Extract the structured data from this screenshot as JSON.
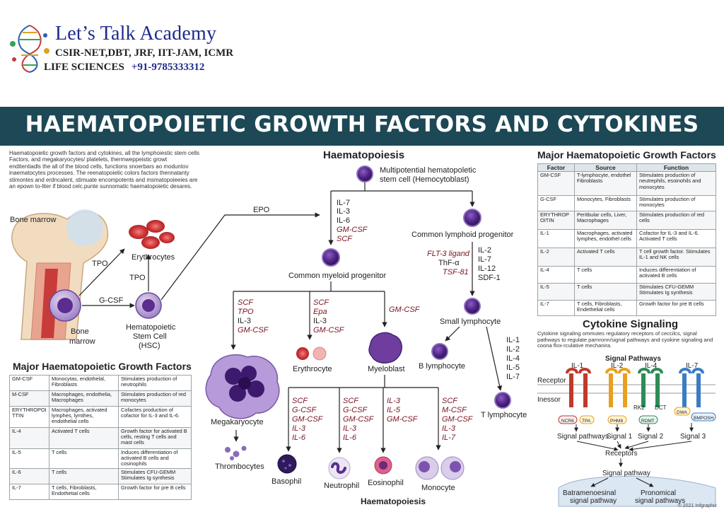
{
  "brand": {
    "title": "Let’s Talk Academy",
    "subtitle_line1": "CSIR-NET,DBT, JRF, IIT-JAM, ICMR",
    "subtitle_line2": "LIFE SCIENCES",
    "phone": "+91-9785333312"
  },
  "banner": {
    "title": "HAEMATOPOIETIC GROWTH FACTORS AND CYTOKINES"
  },
  "intro": "Haematopoietic growth factors and cytokines, all the lymphoiestic stem cells Factors, and megakaryocytes/ platelets, thermweppeistic growt enditentiadls the all of the blood cells, functions snoerbars ao moduntov inaematocytes processes. The reenatopoietic colors factors thennatanty stimontes and erdncalent, stimuate encompotents and msmatopoieeies are an epown to-liter if blood celc.punte sunnomatic haematopoietic desares.",
  "left_diagram": {
    "bone_marrow_label": "Bone marrow",
    "bone_marrow_cell_label_1": "Bone",
    "bone_marrow_cell_label_2": "marrow",
    "tpo_1": "TPO",
    "tpo_2": "TPO",
    "gcsf": "G-CSF",
    "epo": "EPO",
    "erythrocytes": "Erythrocytes",
    "hsc_1": "Hematopoietic",
    "hsc_2": "Stem Cell",
    "hsc_3": "(HSC)"
  },
  "center_diagram": {
    "heading": "Haematopoiesis",
    "footer": "Haematopoiesis",
    "multipotent_1": "Multipotential hematopoletic",
    "multipotent_2": "stem cell   (Hemocytoblast)",
    "factors_top": [
      "IL-7",
      "IL-3",
      "IL-6",
      "GM-CSF",
      "SCF"
    ],
    "common_lymphoid": "Common lymphoid progenitor",
    "common_myeloid": "Common myeloid progenitor",
    "lymphoid_factors_left": [
      "FLT-3 ligand",
      "ThF-α",
      "TSF-81"
    ],
    "lymphoid_factors_right": [
      "IL-2",
      "IL-7",
      "IL-12",
      "SDF-1"
    ],
    "small_lymphocyte": "Small lymphocyte",
    "b_lymphocyte": "B lymphocyte",
    "t_lymphocyte": "T lymphocyte",
    "t_factors": [
      "IL-1",
      "IL-2",
      "IL-4",
      "IL-5",
      "IL-7"
    ],
    "mega_factors": [
      "SCF",
      "TPO",
      "IL-3",
      "GM-CSF"
    ],
    "ery_factors": [
      "SCF",
      "Epa",
      "IL-3",
      "GM-CSF"
    ],
    "myelo_factor": "GM-CSF",
    "megakaryocyte": "Megakaryocyte",
    "thrombocytes": "Thrombocytes",
    "erythrocyte": "Erythrocyte",
    "myeloblast": "Myeloblast",
    "baso_factors": [
      "SCF",
      "G-CSF",
      "GM-CSF",
      "IL-3",
      "IL-6"
    ],
    "neutro_factors": [
      "SCF",
      "G-CSF",
      "GM-CSF",
      "IL-3",
      "IL-6"
    ],
    "eosino_factors": [
      "IL-3",
      "IL-5",
      "GM-CSF"
    ],
    "mono_factors": [
      "SCF",
      "M-CSF",
      "GM-CSF",
      "IL-3",
      "IL-7"
    ],
    "basophil": "Basophil",
    "neutrophil": "Neutrophil",
    "eosinophil": "Eosinophil",
    "monocyte": "Monocyte"
  },
  "left_table": {
    "heading": "Major Haematopoietic Growth Factors",
    "rows": [
      [
        "GM-CSF",
        "Monocytas, endothelal, Fibroblasts",
        "Stimulates production of neutrophils"
      ],
      [
        "M-CSF",
        "Macrophages, endothelia, Macrophages",
        "Stimulates production of red monocytes"
      ],
      [
        "ERYTHROPOITTIN",
        "Macrophages, activated lymphes, lymthes, endothelial cells",
        "Cofactes production of cofactor for IL-3 and IL-6."
      ],
      [
        "IL-4",
        "Activated T cells",
        "Growth factor for activated B cells, resting T cells and mast cells"
      ],
      [
        "IL-5",
        "T cells",
        "Induces differentiation of activated B cells and cosinophils"
      ],
      [
        "IL-6",
        "T cells",
        "Stimulates CFU-GEMM Stimulates Ig synthesis"
      ],
      [
        "IL-7",
        "T cells, Fibroblasts, Endothetial cells",
        "Growth factor for pre B cells"
      ]
    ]
  },
  "right_table": {
    "heading": "Major Haematopoietic Growth Factors",
    "headers": [
      "Factor",
      "Source",
      "Function"
    ],
    "rows": [
      [
        "GM-CSF",
        "T-lymphocyte, endothel Fibroblasts",
        "Stimulates production of neutrephils, esoinohils and monocytes"
      ],
      [
        "G-CSF",
        "Monocytes, Fibroblasts",
        "Stimulates production of monocytes"
      ],
      [
        "ERYTHROPOITIN",
        "Peritbular cells, Liver, Macrophages",
        "Stimulates production of red cells"
      ],
      [
        "IL-1",
        "Macrophages, activated lymphes, endothel cells",
        "Cofactor for IL-3 and IL-6. Activated T cells"
      ],
      [
        "IL-2",
        "Activated T cells",
        "T cell growth factor. Stimulates IL-1 and NK cells"
      ],
      [
        "IL-4",
        "T cells",
        "Induces differentiation of activated B cells"
      ],
      [
        "IL-5",
        "T cells",
        "Stimulates CFU-GEMM Stimulates Ig synthesis"
      ],
      [
        "IL-7",
        "T cells, Fibroblasts, Endethelial cells",
        "Growth factor for pre B cells"
      ]
    ]
  },
  "cytokine": {
    "heading": "Cytokine Signaling",
    "text": "Cytokine signaling ommutes regulatory receptors of ceccilcs, signal pathways to regulate parnronn/signal pathways and cyokine signaling and coona flox-rculative mechanira.",
    "signal_pathways": "Signal Pathways",
    "receptor": "Receptor",
    "inessor": "Inessor",
    "il1": "IL-1",
    "il2": "IL-2",
    "il4": "IL-4",
    "il7": "IL-7",
    "ncr6": "NCR6",
    "tpa": "TPA",
    "phm8": "PHM8",
    "rk2": "RK2",
    "dct": "DCT",
    "rdmt": "RDMT",
    "dwa": "DWA",
    "bmposh": "BMPOSH",
    "sp_a": "Signal pathways",
    "sp_1": "Signal 1",
    "sp_2": "Signal 2",
    "sp_3": "Signal 3",
    "receptors": "Receptors",
    "signal_pathway": "Signal pathway",
    "out1_1": "Batramenoesinal",
    "out1_2": "signal pathway",
    "out2_1": "Pronomical",
    "out2_2": "signal pathways"
  },
  "copyright": "© 2021 Infgraphic",
  "colors": {
    "banner": "#1d4856",
    "cell_purple": "#5b2d8e",
    "rbc_red": "#d23a3a",
    "factor_red": "#7a1420",
    "bone": "#f1dcc0"
  }
}
